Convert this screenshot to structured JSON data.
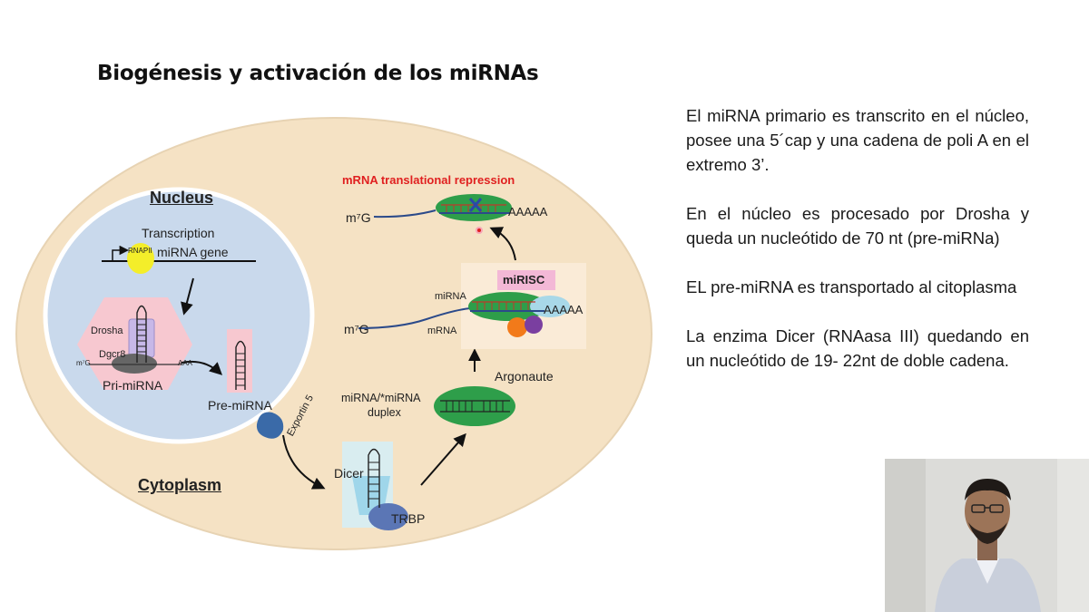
{
  "slide": {
    "title": "Biogénesis y activación de los miRNAs"
  },
  "diagram": {
    "nucleus_label": "Nucleus",
    "cytoplasm_label": "Cytoplasm",
    "transcription_label": "Transcription",
    "rnapii_label": "RNAPII",
    "mirna_gene_label": "miRNA gene",
    "drosha_label": "Drosha",
    "dgcr8_label": "Dgcr8",
    "m7g_small": "m⁷G",
    "aaa_small": "AAA",
    "pri_mirna_label": "Pri-miRNA",
    "pre_mirna_label": "Pre-miRNA",
    "exportin_label": "Exportin 5",
    "dicer_label": "Dicer",
    "trbp_label": "TRBP",
    "duplex_label_line1": "miRNA/*miRNA",
    "duplex_label_line2": "duplex",
    "argonaute_label": "Argonaute",
    "mirisc_label": "miRISC",
    "mirna_label": "miRNA",
    "mrna_label": "mRNA",
    "m7g_label": "m⁷G",
    "poly_a_label": "AAAAA",
    "repression_title": "mRNA translational repression",
    "colors": {
      "cell": "#f5e2c4",
      "nucleus": "#c9d9ec",
      "green_complex": "#2e9e4a",
      "pink_box": "#f7c8d0",
      "blue_box": "#bfe3f0",
      "exportin": "#3a6aa8",
      "red_text": "#e02020"
    }
  },
  "text_panel": {
    "paragraphs": [
      "El miRNA primario es transcrito en el núcleo, posee una 5´cap y una cadena de poli A en el extremo 3’.",
      "En el núcleo es procesado por Drosha y queda un nucleótido de 70 nt (pre-miRNa)",
      "EL pre-miRNA es transportado al citoplasma",
      "La enzima Dicer (RNAasa III) quedando en un nucleótido de 19- 22nt de doble cadena."
    ]
  },
  "webcam": {
    "icon": "presenter-video-thumbnail"
  }
}
